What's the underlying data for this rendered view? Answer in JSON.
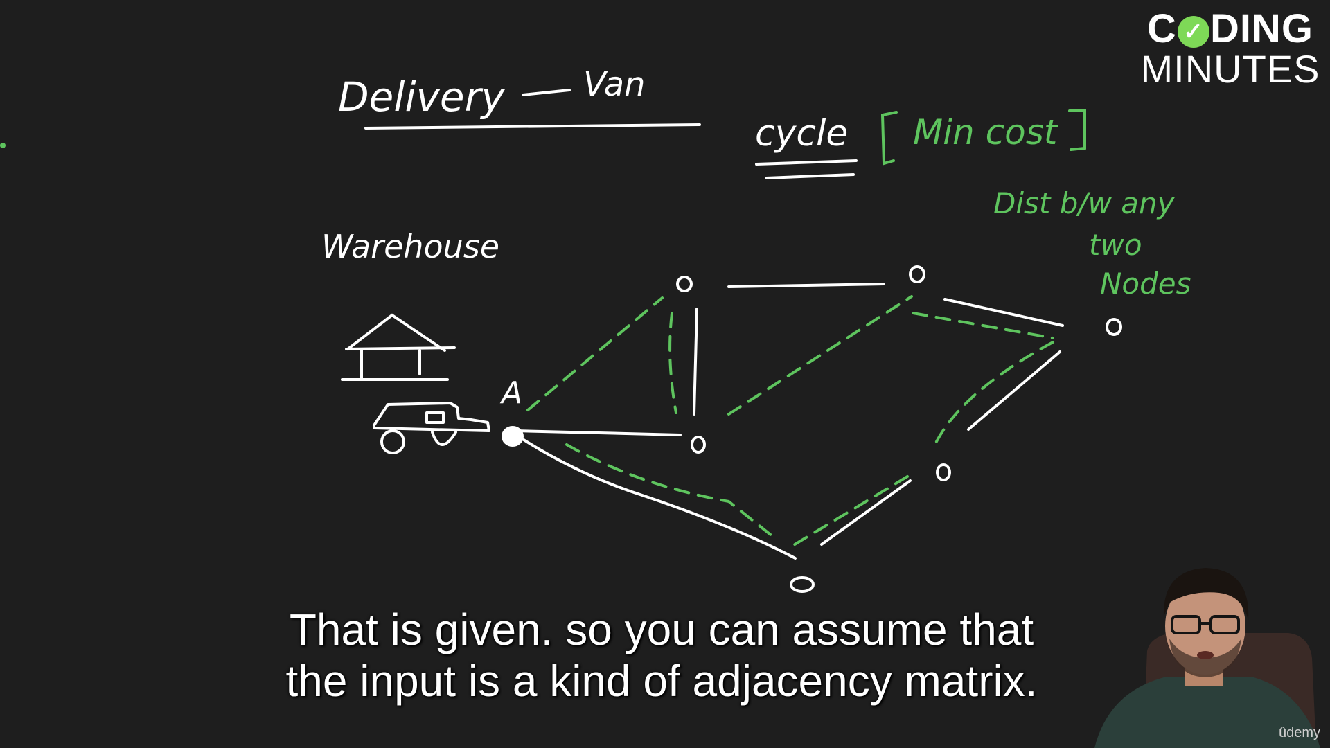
{
  "board": {
    "title": "Delivery",
    "title_struck": "",
    "title_tail": "Van",
    "cycle_label": "cycle",
    "min_cost": "Min cost",
    "warehouse_label": "Warehouse",
    "node_a_label": "A",
    "note_line1": "Dist b/w any",
    "note_line2": "two",
    "note_line3": "Nodes"
  },
  "logo": {
    "line1_prefix": "C",
    "line1_suffix": "DING",
    "line2": "MINUTES"
  },
  "caption": {
    "line1": "That is given. so you can assume that",
    "line2": "the input is a kind of adjacency matrix."
  },
  "watermark": "ûdemy",
  "colors": {
    "background": "#1e1e1e",
    "ink": "#ffffff",
    "green_ink": "#5ec45e",
    "logo_check": "#7ed957"
  },
  "icons": {
    "logo_check": "check-icon",
    "warehouse": "house-icon",
    "van": "van-icon"
  }
}
